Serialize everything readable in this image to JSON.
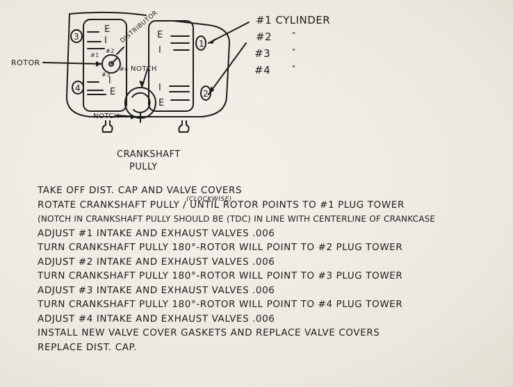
{
  "diagram": {
    "labels": {
      "distributor": "DISTRIBUTOR",
      "rotor": "ROTOR",
      "notch_top": "NOTCH",
      "notch_bottom": "NOTCH",
      "crankshaft_line1": "CRANKSHAFT",
      "crankshaft_line2": "PULLY",
      "cyl1": "#1 CYLINDER",
      "cyl2": "#2",
      "cyl3": "#3",
      "cyl4": "#4",
      "ditto2": "\"",
      "ditto3": "\"",
      "ditto4": "\"",
      "circle1": "1",
      "circle2": "2",
      "circle3": "3",
      "circle4": "4",
      "valve_e": "E",
      "valve_i": "I",
      "dist_1": "#1",
      "dist_2": "#2",
      "dist_3": "#3",
      "dist_4": "#4"
    }
  },
  "instructions": {
    "clockwise_note": "(CLOCKWISE)",
    "steps": [
      "TAKE OFF DIST. CAP AND VALVE COVERS",
      "ROTATE CRANKSHAFT PULLY / UNTIL ROTOR POINTS TO #1 PLUG TOWER",
      "(NOTCH IN CRANKSHAFT PULLY SHOULD BE (TDC) IN LINE WITH CENTERLINE OF CRANKCASE",
      "ADJUST #1 INTAKE AND EXHAUST VALVES .006",
      "TURN CRANKSHAFT PULLY 180°-ROTOR WILL POINT TO #2 PLUG TOWER",
      "ADJUST #2 INTAKE AND EXHAUST VALVES .006",
      "TURN CRANKSHAFT PULLY 180°-ROTOR WILL POINT TO #3 PLUG TOWER",
      "ADJUST #3 INTAKE AND EXHAUST VALVES .006",
      "TURN CRANKSHAFT PULLY 180°-ROTOR WILL POINT TO #4 PLUG TOWER",
      "ADJUST #4 INTAKE AND EXHAUST VALVES .006",
      "INSTALL NEW VALVE COVER GASKETS AND REPLACE VALVE COVERS",
      "REPLACE DIST. CAP."
    ]
  }
}
